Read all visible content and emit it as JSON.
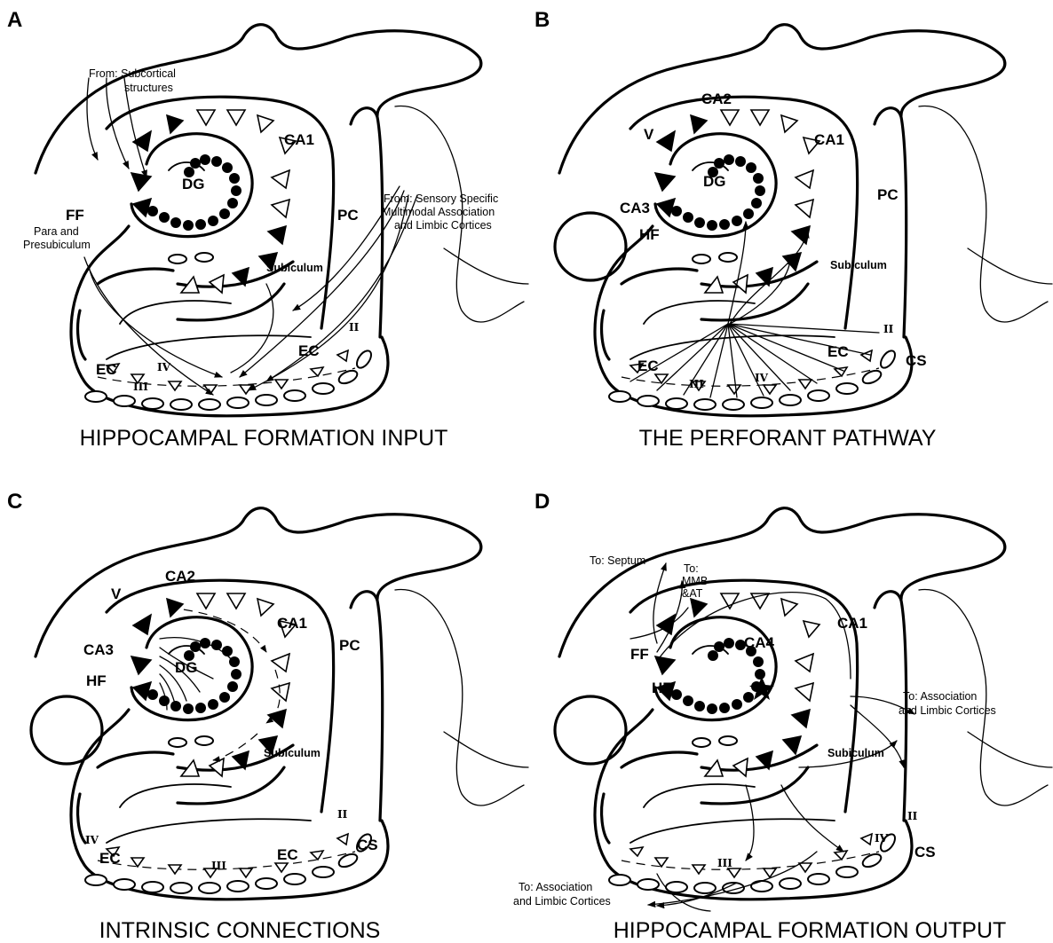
{
  "panels": [
    {
      "letter": "A",
      "caption": "HIPPOCAMPAL FORMATION INPUT",
      "labels": {
        "ca1": "CA1",
        "dg": "DG",
        "ff": "FF",
        "pc": "PC",
        "ec1": "EC",
        "ec2": "EC",
        "subiculum": "Subiculum",
        "layer2": "II",
        "layer3": "III",
        "layer4": "IV"
      },
      "notes": {
        "subcortical_1": "From: Subcortical",
        "subcortical_2": "structures",
        "sensory_1": "From: Sensory Specific",
        "sensory_2": "Multimodal Association",
        "sensory_3": "and Limbic Cortices",
        "para_1": "Para and",
        "para_2": "Presubiculum"
      }
    },
    {
      "letter": "B",
      "caption": "THE PERFORANT PATHWAY",
      "labels": {
        "ca1": "CA1",
        "ca2": "CA2",
        "ca3": "CA3",
        "dg": "DG",
        "v": "V",
        "hf": "HF",
        "pc": "PC",
        "cs": "CS",
        "ec1": "EC",
        "ec2": "EC",
        "subiculum": "Subiculum",
        "layer2": "II",
        "layer3": "III",
        "layer4": "IV"
      }
    },
    {
      "letter": "C",
      "caption": "INTRINSIC CONNECTIONS",
      "labels": {
        "ca1": "CA1",
        "ca2": "CA2",
        "ca3": "CA3",
        "dg": "DG",
        "v": "V",
        "hf": "HF",
        "pc": "PC",
        "cs": "CS",
        "ec1": "EC",
        "ec2": "EC",
        "subiculum": "Subiculum",
        "layer2": "II",
        "layer3": "III",
        "layer4": "IV"
      }
    },
    {
      "letter": "D",
      "caption": "HIPPOCAMPAL FORMATION OUTPUT",
      "labels": {
        "ca1": "CA1",
        "ca4": "CA4",
        "ff": "FF",
        "hf": "HF",
        "cs": "CS",
        "subiculum": "Subiculum",
        "layer2": "II",
        "layer3": "III",
        "layer4": "IV"
      },
      "notes": {
        "septum": "To: Septum",
        "mmb_1": "To:",
        "mmb_2": "MMB",
        "mmb_3": "&AT",
        "assoc_r_1": "To: Association",
        "assoc_r_2": "and Limbic Cortices",
        "assoc_l_1": "To: Association",
        "assoc_l_2": "and Limbic Cortices"
      }
    }
  ]
}
